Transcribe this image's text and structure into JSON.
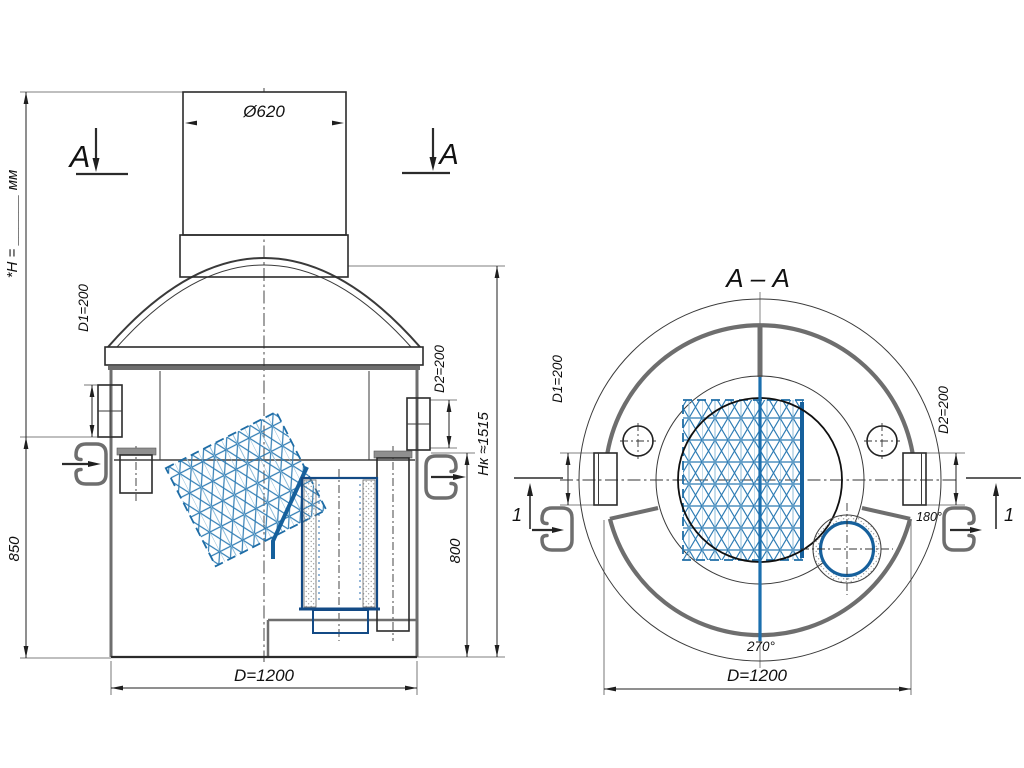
{
  "colors": {
    "line": "#2b2b2b",
    "structure": "#6e6e6e",
    "mesh_blue": "#2e7cb4",
    "mesh_blue_light": "#8fbcd9",
    "accent_blue": "#16609c",
    "deep_blue": "#134a85",
    "center_blue": "#1b6fae"
  },
  "front_view": {
    "section_marker_left": "А",
    "section_marker_right": "А",
    "height_note": "*Н = ______ мм",
    "neck_diameter": "Ø620",
    "inlet_dn": "D1=200",
    "outlet_dn": "D2=200",
    "body_height": "Нк ≈1515",
    "outlet_height": "800",
    "inlet_height": "850",
    "body_diameter": "D=1200"
  },
  "section_view": {
    "title": "А – А",
    "inlet_dn": "D1=200",
    "outlet_dn": "D2=200",
    "body_diameter": "D=1200",
    "outlet_angle": "180°",
    "bottom_angle": "270°",
    "detail_left": "1",
    "detail_right": "1"
  }
}
